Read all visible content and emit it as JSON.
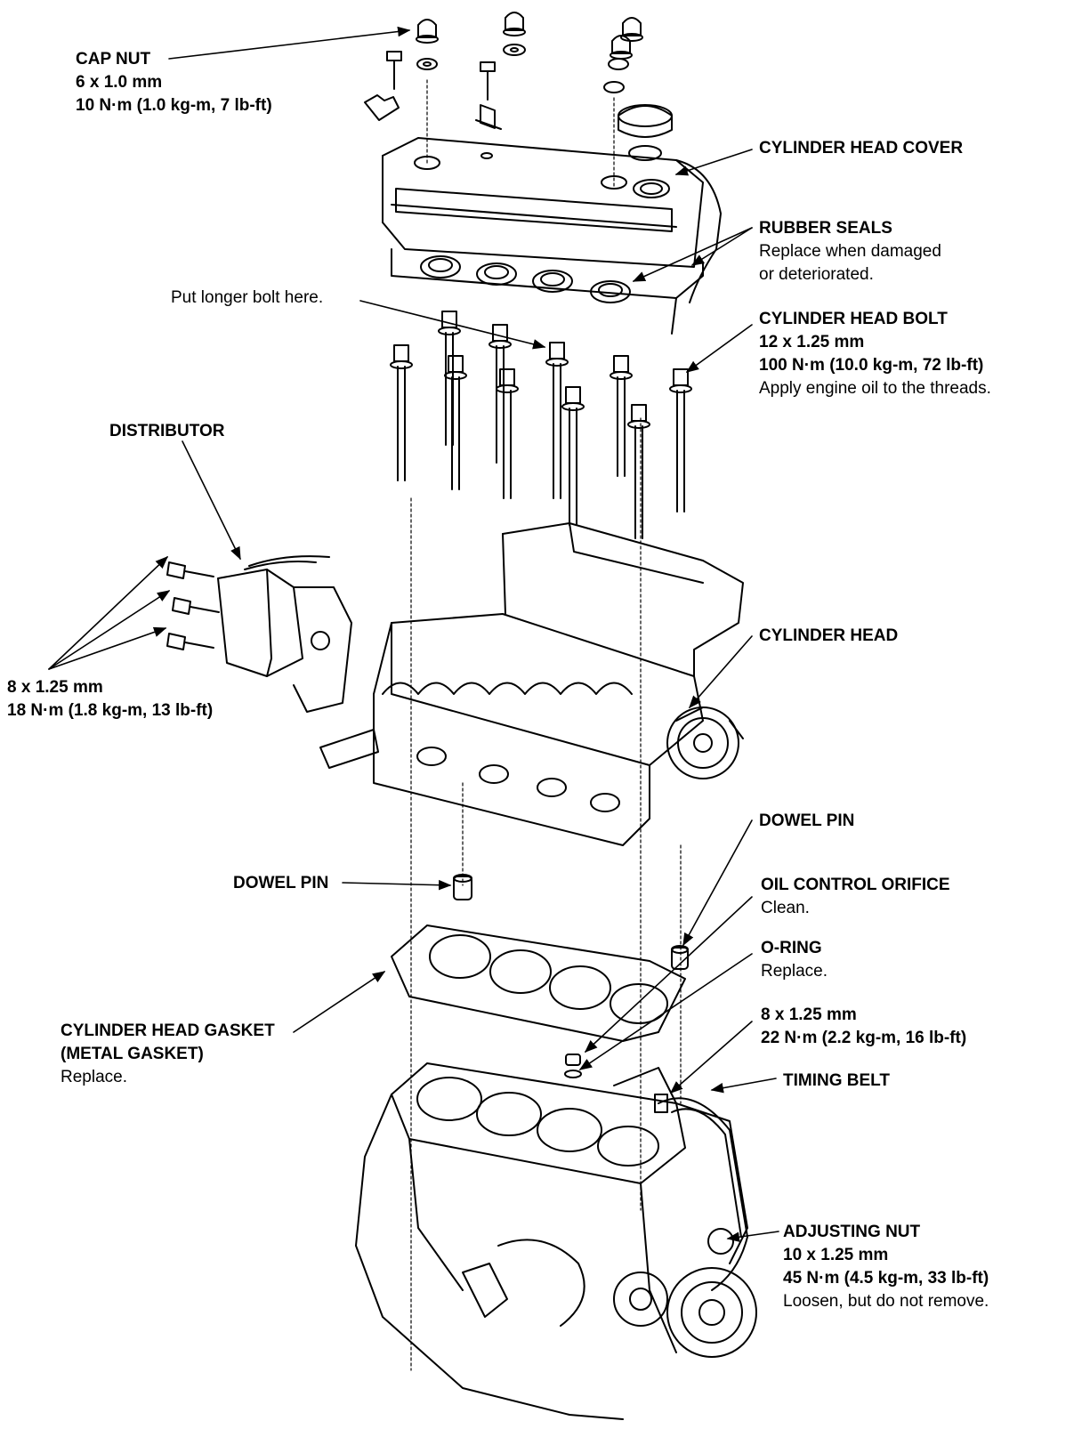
{
  "labels": {
    "cap_nut": {
      "name": "CAP NUT",
      "size": "6 x 1.0 mm",
      "torque": "10 N·m (1.0 kg-m, 7 lb-ft)"
    },
    "cylinder_head_cover": {
      "name": "CYLINDER HEAD COVER"
    },
    "rubber_seals": {
      "name": "RUBBER SEALS",
      "note1": "Replace when damaged",
      "note2": "or deteriorated."
    },
    "longer_bolt": {
      "note": "Put longer bolt here."
    },
    "cylinder_head_bolt": {
      "name": "CYLINDER HEAD BOLT",
      "size": "12 x 1.25 mm",
      "torque": "100 N·m (10.0 kg-m, 72 lb-ft)",
      "note": "Apply engine oil to the threads."
    },
    "distributor": {
      "name": "DISTRIBUTOR"
    },
    "dist_bolts": {
      "size": "8 x 1.25 mm",
      "torque": "18 N·m (1.8 kg-m, 13 lb-ft)"
    },
    "cylinder_head": {
      "name": "CYLINDER HEAD"
    },
    "dowel_pin_right": {
      "name": "DOWEL PIN"
    },
    "dowel_pin_left": {
      "name": "DOWEL PIN"
    },
    "oil_control_orifice": {
      "name": "OIL CONTROL ORIFICE",
      "note": "Clean."
    },
    "o_ring": {
      "name": "O-RING",
      "note": "Replace."
    },
    "bracket_bolt": {
      "size": "8 x 1.25 mm",
      "torque": "22 N·m (2.2 kg-m, 16 lb-ft)"
    },
    "timing_belt": {
      "name": "TIMING BELT"
    },
    "head_gasket": {
      "name": "CYLINDER HEAD GASKET",
      "name2": "(METAL GASKET)",
      "note": "Replace."
    },
    "adjusting_nut": {
      "name": "ADJUSTING NUT",
      "size": "10 x 1.25 mm",
      "torque": "45 N·m (4.5 kg-m, 33 lb-ft)",
      "note": "Loosen, but do not remove."
    }
  },
  "colors": {
    "ink": "#000000",
    "paper": "#ffffff"
  }
}
